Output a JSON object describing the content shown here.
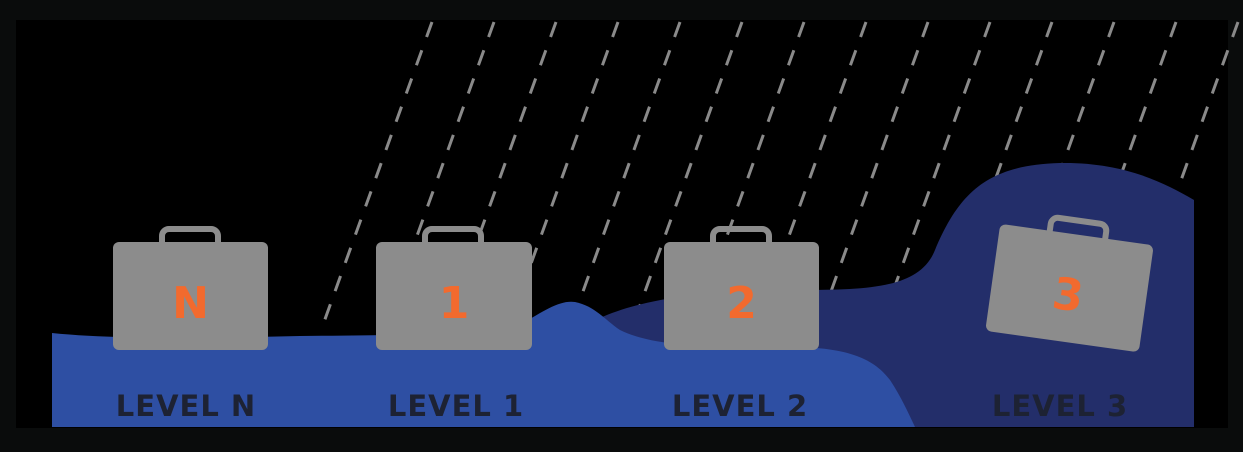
{
  "colors": {
    "frame": "#0a0c0c",
    "background": "#000000",
    "rain": "#8a8a8a",
    "water_light": "#2e4fa3",
    "water_dark": "#232e6a",
    "suitcase": "#8c8c8c",
    "badge": "#f26a2e",
    "label": "#1d2233"
  },
  "levels": [
    {
      "badge": "N",
      "label": "LEVEL N"
    },
    {
      "badge": "1",
      "label": "LEVEL 1"
    },
    {
      "badge": "2",
      "label": "LEVEL 2"
    },
    {
      "badge": "3",
      "label": "LEVEL 3"
    }
  ],
  "icons": {
    "suitcase": "suitcase-icon",
    "rain": "rain-streaks",
    "water": "flood-water"
  }
}
